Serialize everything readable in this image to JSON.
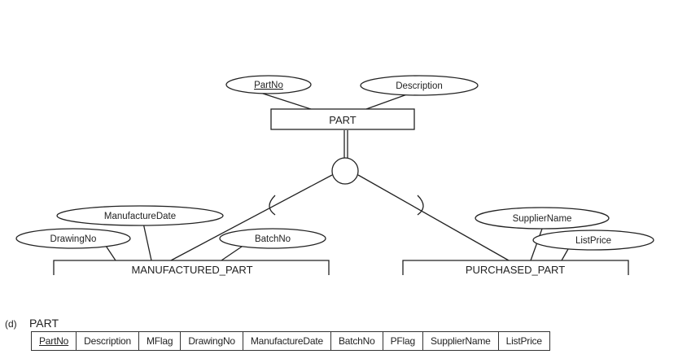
{
  "diagram": {
    "entities": {
      "superclass": "PART",
      "subclass_left": "MANUFACTURED_PART",
      "subclass_right": "PURCHASED_PART"
    },
    "attributes": {
      "part_no": "PartNo",
      "description": "Description",
      "manufacture_date": "ManufactureDate",
      "drawing_no": "DrawingNo",
      "batch_no": "BatchNo",
      "supplier_name": "SupplierName",
      "list_price": "ListPrice"
    }
  },
  "relation": {
    "label": "(d)",
    "name": "PART",
    "columns": [
      {
        "name": "PartNo",
        "key": true
      },
      {
        "name": "Description",
        "key": false
      },
      {
        "name": "MFlag",
        "key": false
      },
      {
        "name": "DrawingNo",
        "key": false
      },
      {
        "name": "ManufactureDate",
        "key": false
      },
      {
        "name": "BatchNo",
        "key": false
      },
      {
        "name": "PFlag",
        "key": false
      },
      {
        "name": "SupplierName",
        "key": false
      },
      {
        "name": "ListPrice",
        "key": false
      }
    ]
  }
}
